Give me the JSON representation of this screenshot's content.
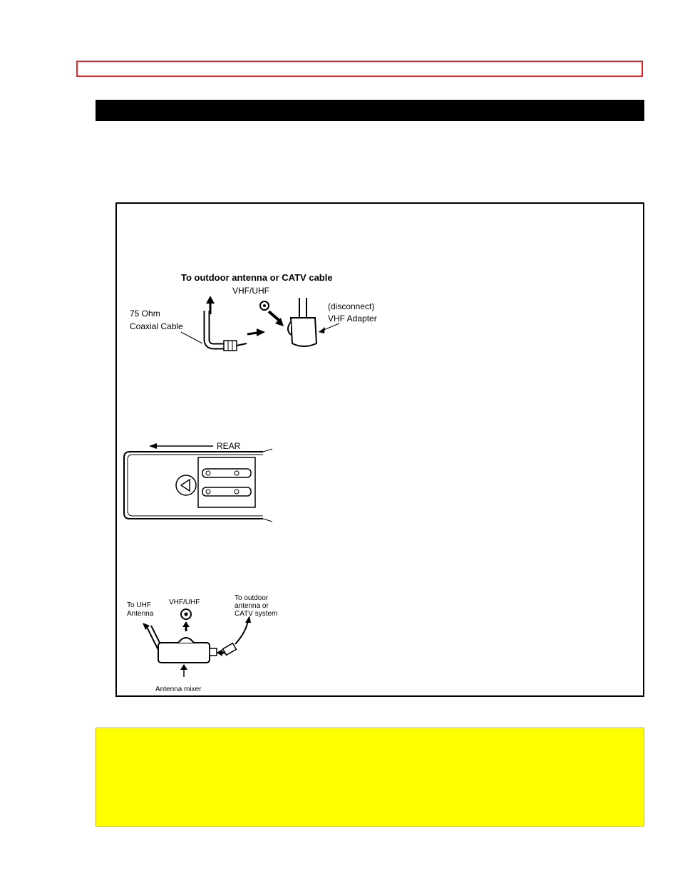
{
  "figure1": {
    "title": "To outdoor antenna or CATV cable",
    "vhf_uhf": "VHF/UHF",
    "cable_line1": "75 Ohm",
    "cable_line2": "Coaxial Cable",
    "adapter_line1": "(disconnect)",
    "adapter_line2": "VHF Adapter"
  },
  "figure2": {
    "rear_label": "REAR"
  },
  "figure3": {
    "uhf_line1": "To UHF",
    "uhf_line2": "Antenna",
    "vhf_uhf": "VHF/UHF",
    "outdoor_line1": "To outdoor",
    "outdoor_line2": "antenna or",
    "outdoor_line3": "CATV system",
    "mixer_label": "Antenna mixer"
  }
}
